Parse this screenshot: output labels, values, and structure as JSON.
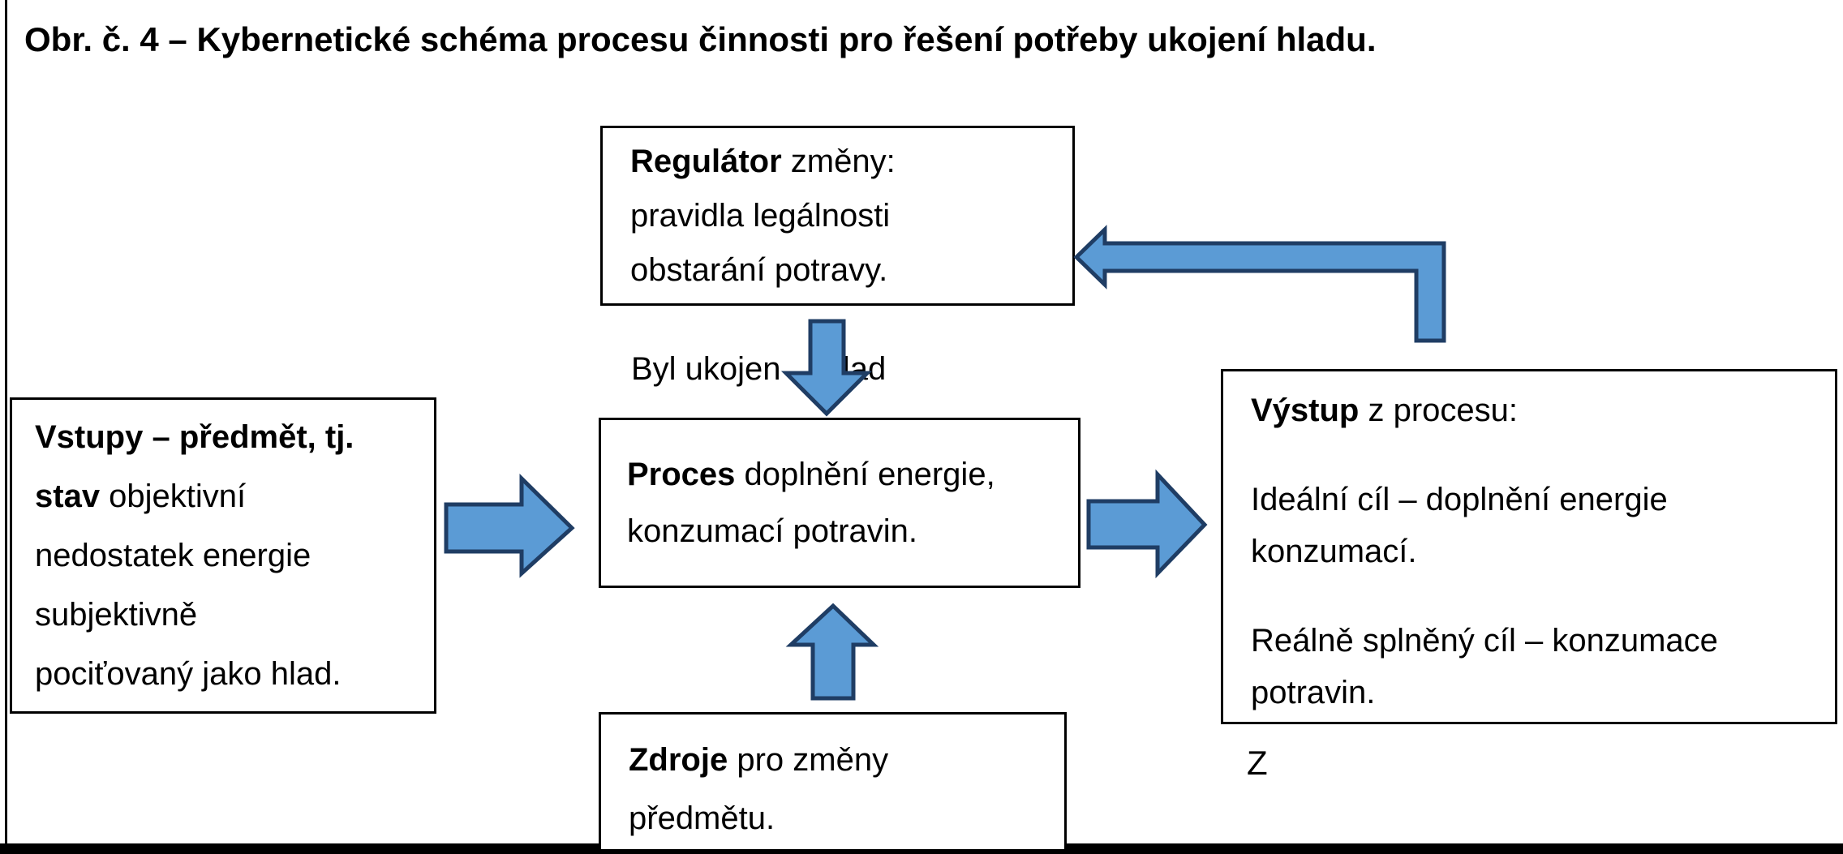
{
  "figure": {
    "caption": "Obr. č. 4 – Kybernetické schéma procesu činnosti pro řešení potřeby ukojení hladu.",
    "boxes": {
      "regulator": {
        "lines": [
          [
            {
              "t": "Regulátor",
              "b": true
            },
            {
              "t": " změny:"
            }
          ],
          [
            {
              "t": "pravidla legálnosti"
            }
          ],
          [
            {
              "t": "obstarání potravy."
            }
          ]
        ]
      },
      "vstupy": {
        "lines": [
          [
            {
              "t": "Vstupy – předmět, tj.",
              "b": true
            }
          ],
          [
            {
              "t": "stav",
              "b": true
            },
            {
              "t": " objektivní"
            }
          ],
          [
            {
              "t": "nedostatek energie"
            }
          ],
          [
            {
              "t": "subjektivně"
            }
          ],
          [
            {
              "t": "pociťovaný jako hlad."
            }
          ]
        ]
      },
      "proces": {
        "lines": [
          [
            {
              "t": "Proces",
              "b": true
            },
            {
              "t": " doplnění energie,"
            }
          ],
          [
            {
              "t": "konzumací potravin."
            }
          ]
        ]
      },
      "vystup": {
        "lines": [
          [
            {
              "t": "Výstup",
              "b": true
            },
            {
              "t": " z procesu:"
            }
          ],
          [
            {
              "t": "Ideální cíl – doplnění energie"
            }
          ],
          [
            {
              "t": "konzumací."
            }
          ],
          [
            {
              "t": "Reálně splněný cíl – konzumace"
            }
          ],
          [
            {
              "t": "potravin."
            }
          ]
        ]
      },
      "zdroje": {
        "lines": [
          [
            {
              "t": "Zdroje",
              "b": true
            },
            {
              "t": " pro změny"
            }
          ],
          [
            {
              "t": "předmětu."
            }
          ]
        ]
      }
    },
    "labels": {
      "feedback_question_parts": [
        "Byl ukojen",
        "hlad"
      ],
      "z_label": "Z"
    },
    "arrows": [
      {
        "name": "input-arrow",
        "direction": "right"
      },
      {
        "name": "regulator-to-process-arrow",
        "direction": "down"
      },
      {
        "name": "resources-to-process-arrow",
        "direction": "up"
      },
      {
        "name": "output-arrow",
        "direction": "right"
      },
      {
        "name": "feedback-elbow-arrow",
        "direction": "left"
      }
    ],
    "colors": {
      "arrow_fill": "#5B9BD5",
      "arrow_stroke": "#1F3D64",
      "box_border": "#000000"
    }
  }
}
